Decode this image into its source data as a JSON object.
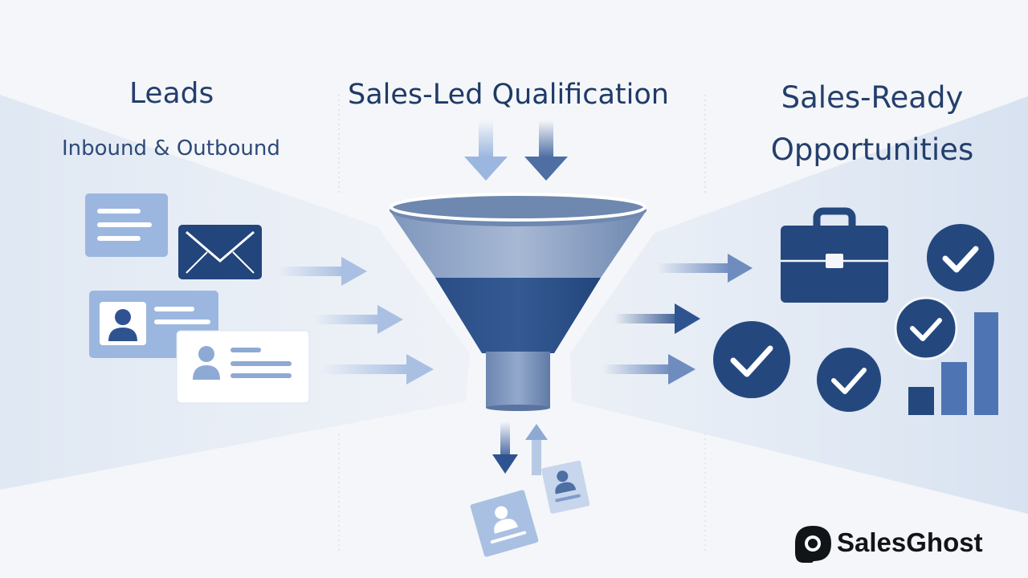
{
  "columns": {
    "leads": {
      "title": "Leads",
      "subtitle": "Inbound & Outbound"
    },
    "qualification": {
      "title": "Sales-Led Qualification"
    },
    "opportunities": {
      "title_line1": "Sales-Ready",
      "title_line2": "Opportunities"
    }
  },
  "brand": {
    "name": "SalesGhost",
    "logo_icon": "ghost-icon"
  },
  "icons": {
    "left": [
      "document-card-icon",
      "envelope-icon",
      "contact-card-icon",
      "contact-card-icon"
    ],
    "center": [
      "funnel-icon",
      "down-arrow-icon",
      "up-arrow-icon",
      "rejected-lead-card-icon"
    ],
    "right": [
      "briefcase-icon",
      "checkmark-badge-icon",
      "bar-chart-icon"
    ]
  },
  "colors": {
    "navy": "#24487e",
    "mid_blue": "#4e74b3",
    "light_blue": "#9bb7df",
    "background": "#f4f6f9",
    "text": "#243f6b"
  }
}
